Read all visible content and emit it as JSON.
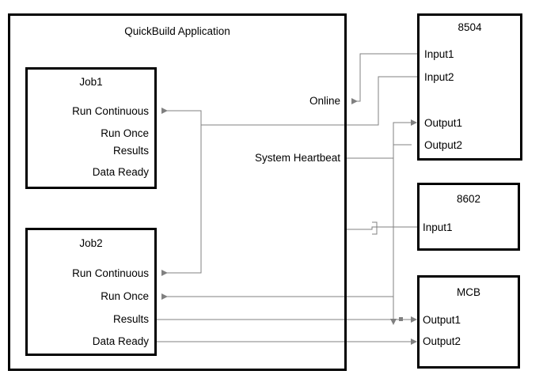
{
  "diagram": {
    "title": "QuickBuild Application",
    "application": {
      "name": "QuickBuild Application",
      "jobs": [
        {
          "id": "job1",
          "title": "Job1",
          "ports": [
            "Run Continuous",
            "Run Once",
            "Results",
            "Data Ready"
          ]
        },
        {
          "id": "job2",
          "title": "Job2",
          "ports": [
            "Run Continuous",
            "Run Once",
            "Results",
            "Data Ready"
          ]
        }
      ],
      "signals": [
        "Online",
        "System Heartbeat"
      ]
    },
    "devices": [
      {
        "id": "dev8504",
        "title": "8504",
        "inputs": [
          "Input1",
          "Input2"
        ],
        "outputs": [
          "Output1",
          "Output2"
        ]
      },
      {
        "id": "dev8602",
        "title": "8602",
        "inputs": [
          "Input1"
        ],
        "outputs": []
      },
      {
        "id": "devmcb",
        "title": "MCB",
        "inputs": [],
        "outputs": [
          "Output1",
          "Output2"
        ]
      }
    ],
    "colors": {
      "box_stroke": "#000000",
      "wire_stroke": "#808080",
      "background": "#ffffff",
      "text": "#000000"
    }
  }
}
